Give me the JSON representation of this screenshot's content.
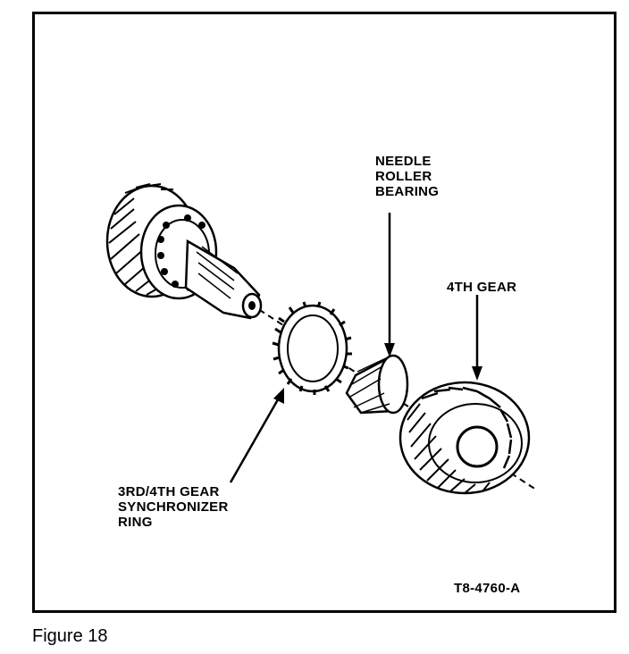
{
  "labels": {
    "needle_bearing": [
      "NEEDLE",
      "ROLLER",
      "BEARING"
    ],
    "fourth_gear": "4TH GEAR",
    "synchronizer_ring": [
      "3RD/4TH GEAR",
      "SYNCHRONIZER",
      "RING"
    ],
    "part_number": "T8-4760-A"
  },
  "caption": "Figure 18"
}
